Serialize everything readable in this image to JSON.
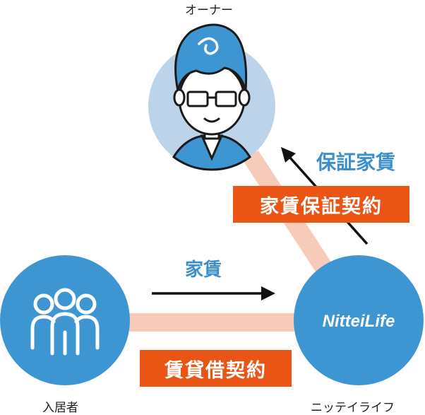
{
  "nodes": {
    "owner": {
      "label": "オーナー"
    },
    "tenant": {
      "label": "入居者"
    },
    "nittei": {
      "label": "ニッテイライフ",
      "logo": "NitteiLife"
    }
  },
  "edges": {
    "tenant_nittei": {
      "flow_label": "家賃",
      "contract_label": "賃貸借契約"
    },
    "nittei_owner": {
      "flow_label": "保証家賃",
      "contract_label": "家賃保証契約"
    }
  },
  "colors": {
    "circle_blue": "#3d96d2",
    "owner_bg": "#bcd3ea",
    "link_pink": "#f7cbb9",
    "badge_orange": "#ea5414",
    "label_blue": "#3d8fcc"
  }
}
